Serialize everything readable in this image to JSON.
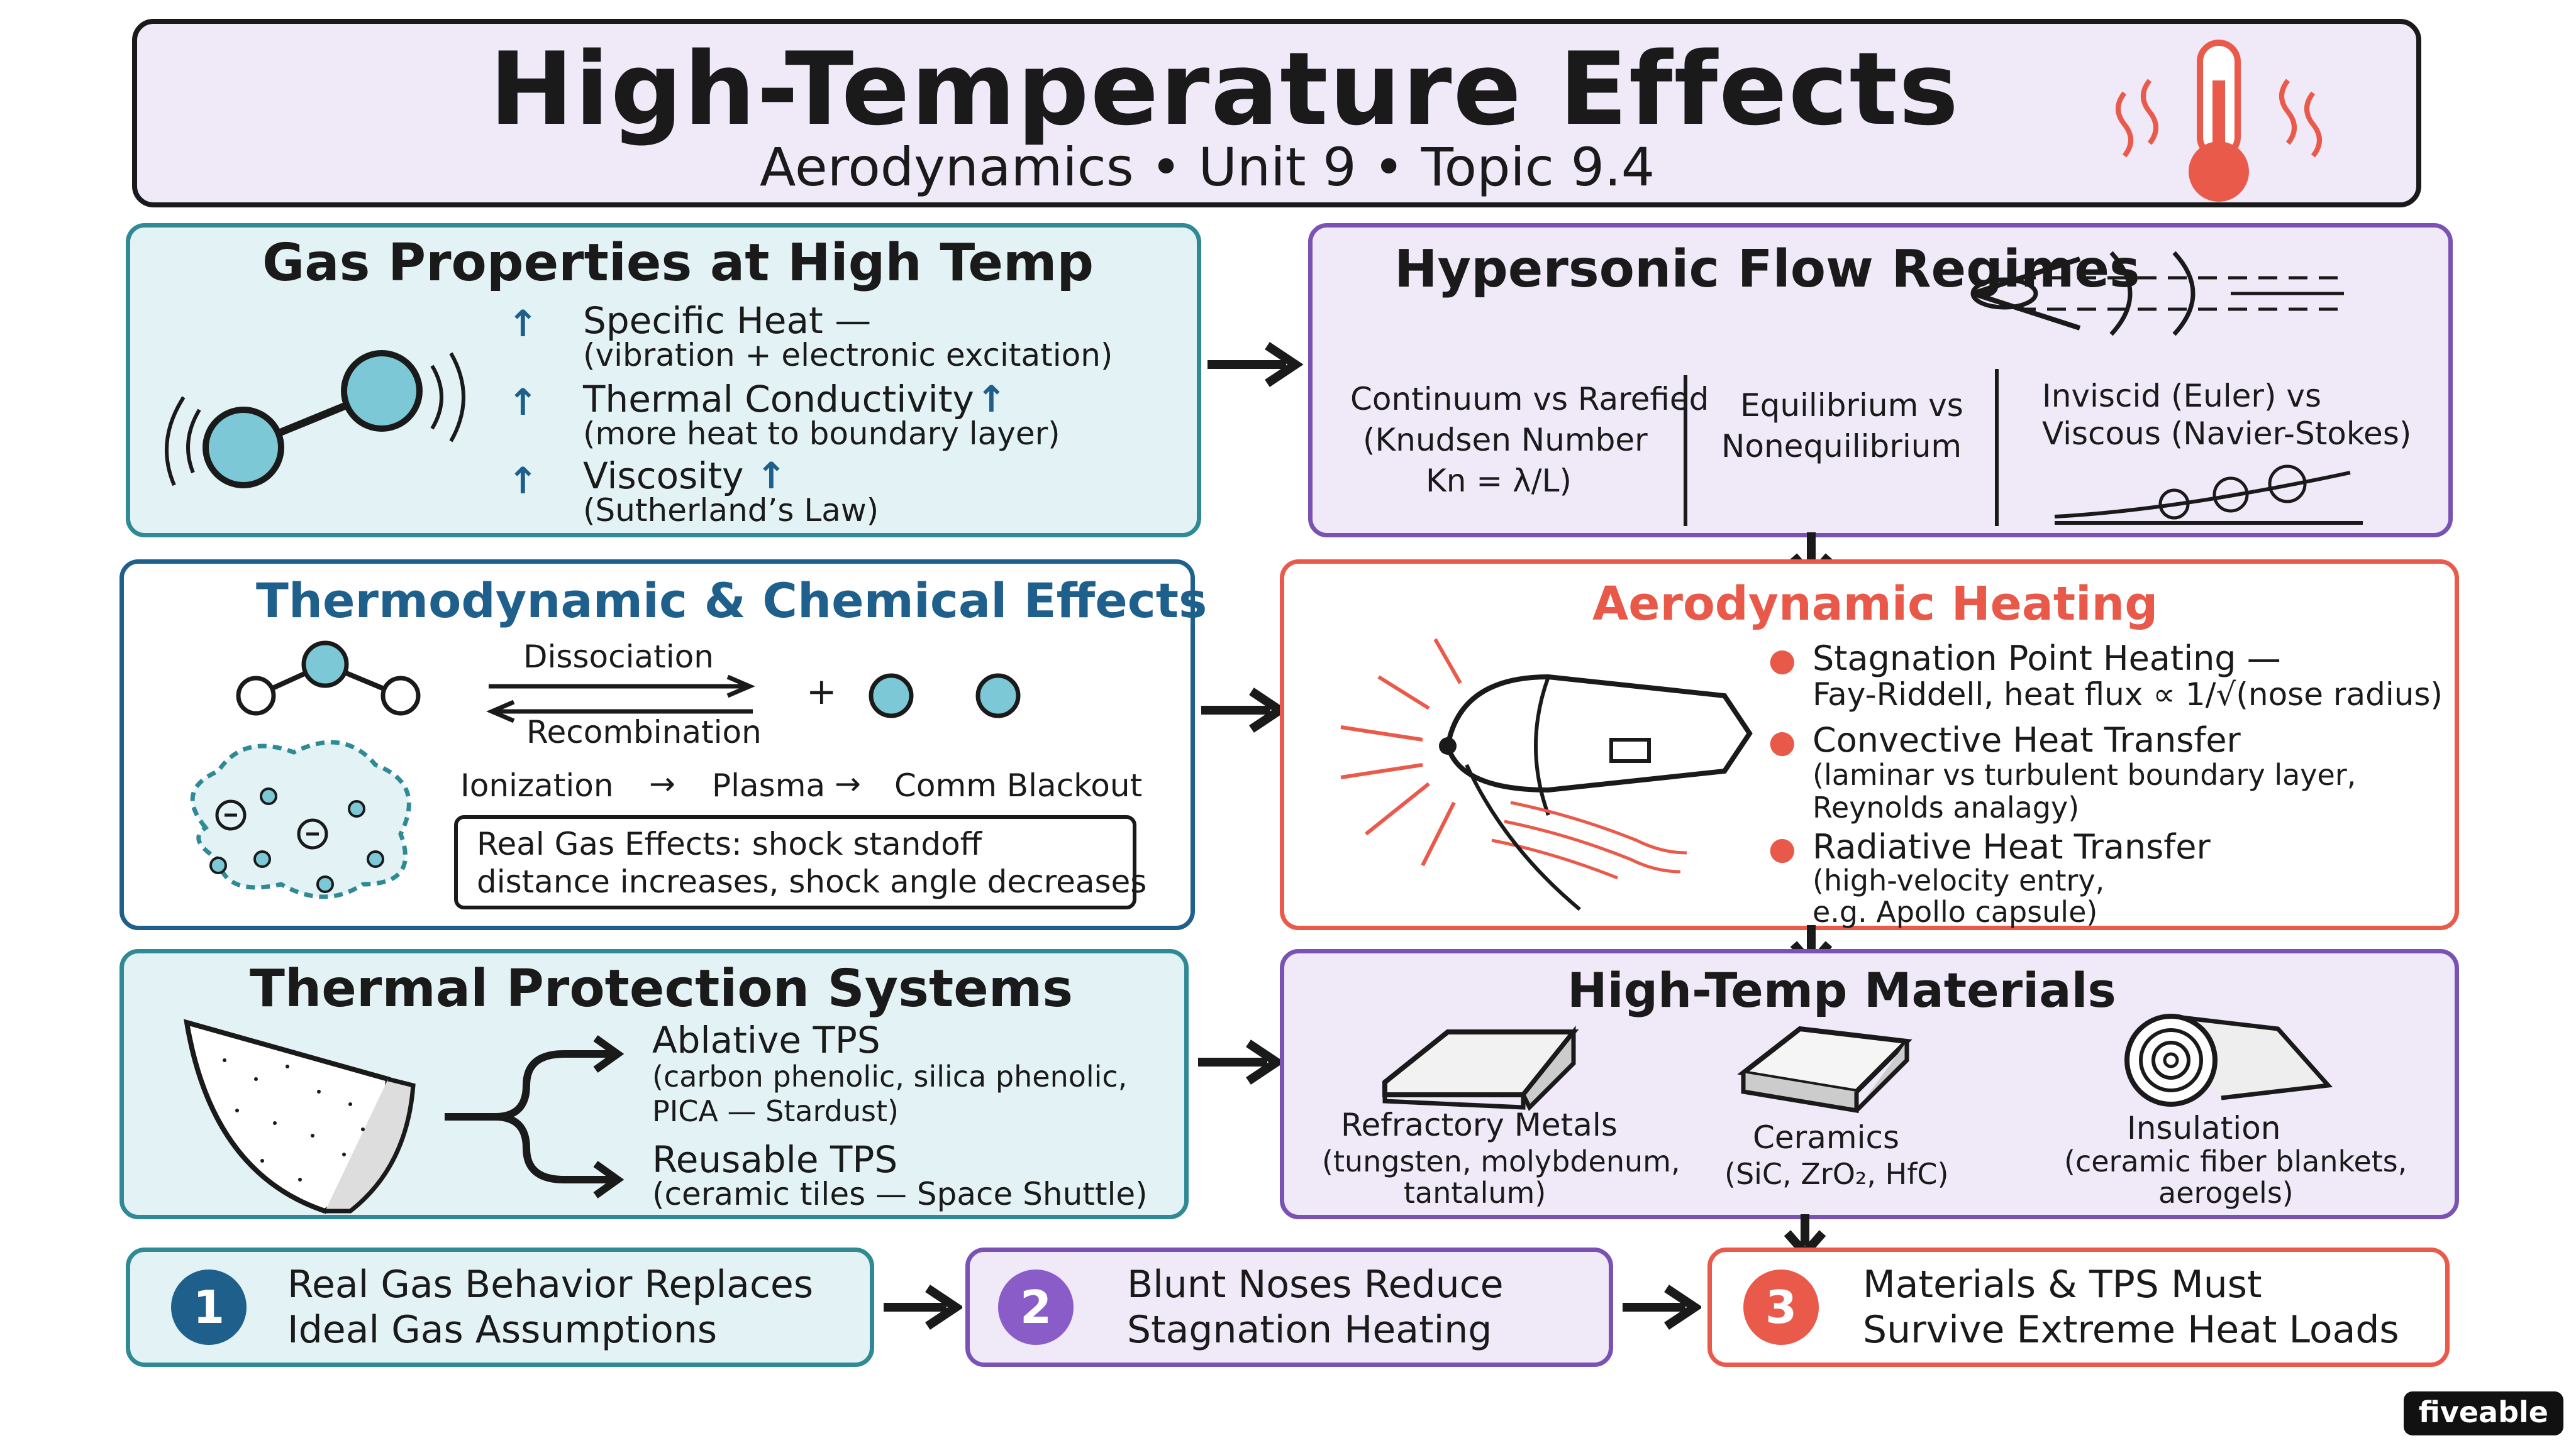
{
  "header": {
    "title": "High-Temperature Effects",
    "subtitle": "Aerodynamics • Unit 9 • Topic 9.4"
  },
  "gas_properties": {
    "title": "Gas Properties at High Temp",
    "items": [
      {
        "label": "Specific Heat —",
        "detail": "(vibration + electronic excitation)"
      },
      {
        "label": "Thermal Conductivity",
        "detail": "(more heat to boundary layer)"
      },
      {
        "label": "Viscosity",
        "detail": "(Sutherland’s Law)"
      }
    ]
  },
  "hypersonic": {
    "title": "Hypersonic Flow Regimes",
    "col1": [
      "Continuum vs Rarefied",
      "(Knudsen Number",
      "Kn = λ/L)"
    ],
    "col2": [
      "Equilibrium vs",
      "Nonequilibrium"
    ],
    "col3": [
      "Inviscid (Euler) vs",
      "Viscous (Navier-Stokes)"
    ]
  },
  "thermo": {
    "title": "Thermodynamic & Chemical Effects",
    "dissociation": "Dissociation",
    "recombination": "Recombination",
    "plus": "+",
    "ionization": "Ionization",
    "plasma": "Plasma",
    "blackout": "Comm Blackout",
    "real_gas_line1": "Real Gas Effects: shock standoff",
    "real_gas_line2": "distance increases, shock angle decreases"
  },
  "heating": {
    "title": "Aerodynamic Heating",
    "items": [
      {
        "label": "Stagnation Point Heating —",
        "detail": "Fay-Riddell, heat flux ∝ 1/√(nose radius)"
      },
      {
        "label": "Convective Heat Transfer",
        "detail": "(laminar vs turbulent boundary layer,",
        "detail2": "Reynolds analagy)"
      },
      {
        "label": "Radiative Heat Transfer",
        "detail": "(high-velocity entry,",
        "detail2": "e.g. Apollo capsule)"
      }
    ]
  },
  "tps": {
    "title": "Thermal Protection Systems",
    "ablative": "Ablative TPS",
    "ablative_detail1": "(carbon phenolic, silica phenolic,",
    "ablative_detail2": "PICA — Stardust)",
    "reusable": "Reusable TPS",
    "reusable_detail": "(ceramic tiles — Space Shuttle)"
  },
  "materials": {
    "title": "High-Temp Materials",
    "items": [
      {
        "label": "Refractory Metals",
        "detail1": "(tungsten, molybdenum,",
        "detail2": "tantalum)"
      },
      {
        "label": "Ceramics",
        "detail1": "(SiC, ZrO₂, HfC)",
        "detail2": ""
      },
      {
        "label": "Insulation",
        "detail1": "(ceramic fiber blankets,",
        "detail2": "aerogels)"
      }
    ]
  },
  "takeaways": [
    {
      "num": "1",
      "line1": "Real Gas Behavior Replaces",
      "line2": "Ideal Gas Assumptions"
    },
    {
      "num": "2",
      "line1": "Blunt Noses Reduce",
      "line2": "Stagnation Heating"
    },
    {
      "num": "3",
      "line1": "Materials & TPS Must",
      "line2": "Survive Extreme Heat Loads"
    }
  ],
  "brand": "fiveable",
  "colors": {
    "teal": "#2f8a95",
    "purple": "#7a52b3",
    "red": "#ea5a4b",
    "blue": "#1f5f8b"
  }
}
